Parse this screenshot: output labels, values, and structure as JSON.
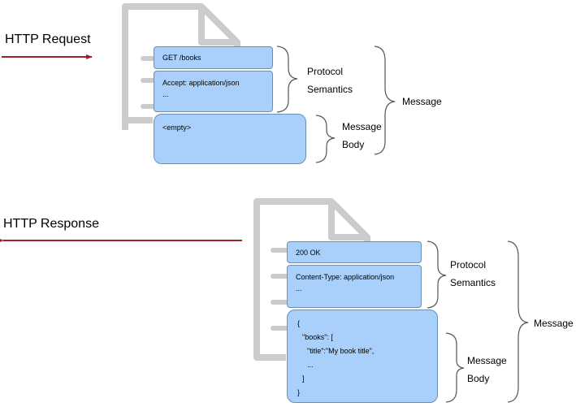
{
  "request": {
    "heading": "HTTP Request",
    "box1": {
      "text": "GET /books"
    },
    "box2": {
      "lines": [
        "Accept: application/json",
        "..."
      ]
    },
    "body": {
      "text": "<empty>"
    },
    "labels": {
      "protocol_line1": "Protocol",
      "protocol_line2": "Semantics",
      "body_line1": "Message",
      "body_line2": "Body",
      "message": "Message"
    }
  },
  "response": {
    "heading": "HTTP Response",
    "box1": {
      "text": "200 OK"
    },
    "box2": {
      "lines": [
        "Content-Type: application/json",
        "..."
      ]
    },
    "body": {
      "lines": [
        "{",
        "\"books\": [",
        "\"title\":\"My book title\",",
        "...",
        "]",
        "}"
      ]
    },
    "labels": {
      "protocol_line1": "Protocol",
      "protocol_line2": "Semantics",
      "body_line1": "Message",
      "body_line2": "Body",
      "message": "Message"
    }
  },
  "colors": {
    "arrow": "#a0202a",
    "document": "#cccccc",
    "box_fill": "#a9d0fa",
    "box_border": "#6a8fb6",
    "brace": "#555555"
  },
  "icons": [
    "document-icon",
    "arrow-left",
    "arrow-right",
    "brace"
  ]
}
